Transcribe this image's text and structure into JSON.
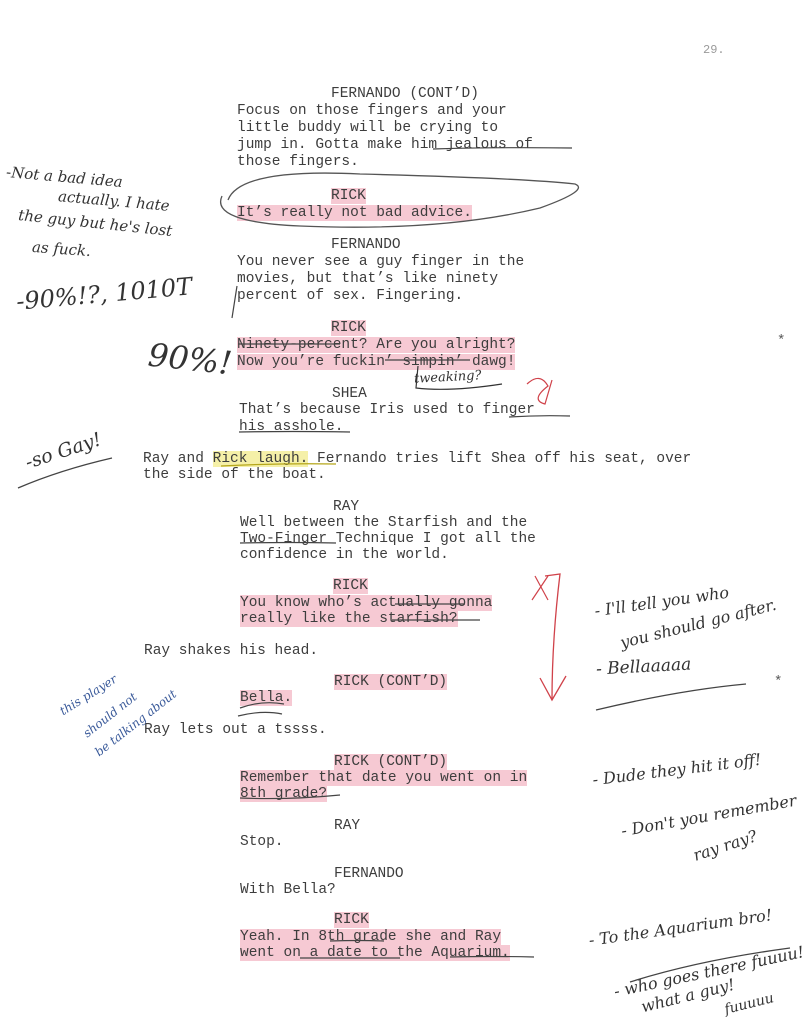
{
  "page_number": "29.",
  "script_lines": {
    "fernando_contd": "FERNANDO (CONT’D)",
    "l1": "Focus on those fingers and your",
    "l2": "little buddy will be crying to",
    "l3": "jump in. Gotta make him jealous of",
    "l4": "those fingers.",
    "rick1": "RICK",
    "l5": "It’s really not bad advice.",
    "fernando2": "FERNANDO",
    "l6": "You never see a guy finger in the",
    "l7": "movies, but that’s like ninety",
    "l8": "percent of sex. Fingering.",
    "rick2": "RICK",
    "l9": "Ninety-percent? Are you alright?",
    "l10": "Now you’re fuckin’ simpin’ dawg!",
    "shea": "SHEA",
    "l11": "That’s because Iris used to finger",
    "l12": "his asshole.",
    "action1a_pre": "Ray and ",
    "action1a_hl": "Rick laugh.",
    "action1a_post": " Fernando tries lift Shea off his seat, over",
    "action1b": "the side of the boat.",
    "ray1": "RAY",
    "l13": "Well between the Starfish and the",
    "l14": "Two-Finger Technique I got all the",
    "l15": "confidence in the world.",
    "rick3": "RICK",
    "l16": "You know who’s actually gonna",
    "l17": "really like the starfish?",
    "action2": "Ray shakes his head.",
    "rick_contd1": "RICK (CONT’D)",
    "l18": "Bella.",
    "action3": "Ray lets out a tssss.",
    "rick_contd2": "RICK (CONT’D)",
    "l19": "Remember that date you went on in",
    "l20": "8th grade?",
    "ray2": "RAY",
    "l21": "Stop.",
    "fernando3": "FERNANDO",
    "l22": "With Bella?",
    "rick4": "RICK",
    "l23": "Yeah. In 8th grade she and Ray",
    "l24": "went on a date to the Aquarium."
  },
  "revision_marks": [
    "*",
    "*"
  ],
  "handwritten_notes": {
    "n1a": "-Not a bad idea",
    "n1b": "actually. I hate",
    "n1c": "the guy but he's lost",
    "n1d": "as fuck.",
    "n2": "-90%!?, 1010T",
    "n3": "90%!",
    "n4": "tweaking?",
    "n5": "-so Gay!",
    "n6a": "- I'll tell you who",
    "n6b": "you should go after.",
    "n7": "- Bellaaaaa",
    "n8a": "this player",
    "n8b": "should not",
    "n8c": "be talking about",
    "n9a": "- Dude they hit it off!",
    "n9b": "- Don't you remember",
    "n9c": "ray ray?",
    "n10a": "- To the Aquarium bro!",
    "n10b": "- who goes there fuuuu!",
    "n10c": "what a guy!",
    "n10d": "fuuuuu"
  }
}
